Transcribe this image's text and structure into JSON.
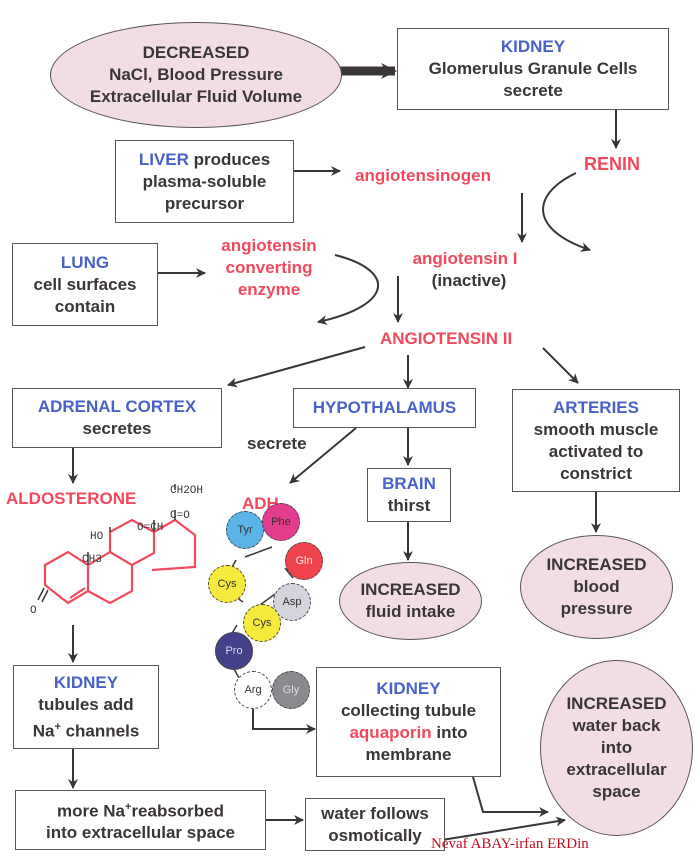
{
  "title": "Renin-Angiotensin-Aldosterone System",
  "nodes": {
    "decreased": {
      "l1": "DECREASED",
      "l2": "NaCl, Blood Pressure",
      "l3": "Extracellular Fluid Volume"
    },
    "kidney_top": {
      "organ": "KIDNEY",
      "l2": "Glomerulus Granule Cells",
      "l3": "secrete"
    },
    "renin": "RENIN",
    "liver": {
      "organ": "LIVER",
      "l1_rest": " produces",
      "l2": "plasma-soluble",
      "l3": "precursor"
    },
    "angiotensinogen": "angiotensinogen",
    "lung": {
      "organ": "LUNG",
      "l2": "cell surfaces",
      "l3": "contain"
    },
    "ace": {
      "l1": "angiotensin",
      "l2": "converting",
      "l3": "enzyme"
    },
    "angiotensin1": {
      "l1": "angiotensin I",
      "l2": "(inactive)"
    },
    "angiotensin2": "ANGIOTENSIN II",
    "adrenal": {
      "organ": "ADRENAL CORTEX",
      "l2": "secretes"
    },
    "hypothalamus": {
      "organ": "HYPOTHALAMUS"
    },
    "secrete_label": "secrete",
    "arteries": {
      "organ": "ARTERIES",
      "l2": "smooth muscle",
      "l3": "activated to",
      "l4": "constrict"
    },
    "aldosterone": "ALDOSTERONE",
    "adh": "ADH",
    "brain": {
      "organ": "BRAIN",
      "l2": "thirst"
    },
    "fluid_intake": {
      "l1": "INCREASED",
      "l2": "fluid intake"
    },
    "blood_pressure": {
      "l1": "INCREASED",
      "l2": "blood",
      "l3": "pressure"
    },
    "kidney_tubules": {
      "organ": "KIDNEY",
      "l2": "tubules add",
      "l3a": "Na",
      "l3sup": "+",
      "l3b": " channels"
    },
    "kidney_collecting": {
      "organ": "KIDNEY",
      "l2": "collecting tubule",
      "l3a": "aquaporin",
      "l3b": " into",
      "l4": "membrane"
    },
    "increased_water": {
      "l1": "INCREASED",
      "l2": "water back",
      "l3": "into",
      "l4": "extracellular",
      "l5": "space"
    },
    "more_na": {
      "l1a": "more Na",
      "l1sup": "+",
      "l1b": "reabsorbed",
      "l2": "into extracellular space"
    },
    "water_follows": {
      "l1": "water follows",
      "l2": "osmotically"
    }
  },
  "aldosterone_structure": {
    "ch2oh": "CH2OH",
    "co": "C=O",
    "och": "O=CH",
    "ho": "HO",
    "ch3": "CH3",
    "o": "O"
  },
  "adh_peptide": [
    {
      "name": "Tyr",
      "color": "#5ab4e8"
    },
    {
      "name": "Phe",
      "color": "#e23c8c"
    },
    {
      "name": "Gln",
      "color": "#f0444c"
    },
    {
      "name": "Asp",
      "color": "#d4d4dc"
    },
    {
      "name": "Cys",
      "color": "#f6ea3c"
    },
    {
      "name": "Cys",
      "color": "#f6ea3c"
    },
    {
      "name": "Pro",
      "color": "#44408c"
    },
    {
      "name": "Arg",
      "color": "#ffffff"
    },
    {
      "name": "Gly",
      "color": "#8a8a8e"
    }
  ],
  "colors": {
    "organ": "#4a62c8",
    "hormone": "#f04a5c",
    "text": "#3a3538",
    "outcome_fill": "#f2dde6"
  },
  "watermark": "Nevaf ABAY-irfan ERDin"
}
